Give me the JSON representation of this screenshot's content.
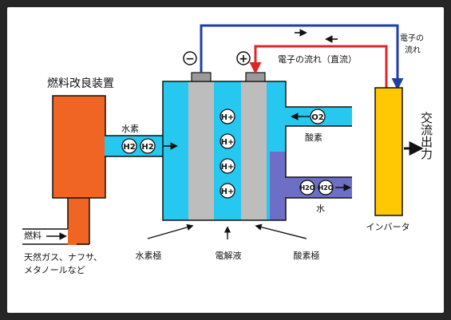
{
  "labels": {
    "reformer": "燃料改良装置",
    "fuel": "燃料",
    "fuel_examples_line1": "天然ガス、ナフサ、",
    "fuel_examples_line2": "メタノールなど",
    "hydrogen": "水素",
    "oxygen": "酸素",
    "water": "水",
    "anode": "水素極",
    "electrolyte": "電解液",
    "cathode": "酸素極",
    "inverter": "インバータ",
    "ac_output": "交流出力",
    "electron_flow_dc": "電子の流れ（直流）",
    "electron_flow_line1": "電子の",
    "electron_flow_line2": "流れ",
    "minus": "−",
    "plus": "+"
  },
  "molecules": {
    "h2": "H2",
    "h_plus": "H+",
    "o2": "O2",
    "h2o": "H2O"
  },
  "colors": {
    "reformer": "#f06424",
    "cell_cyan": "#27c8f0",
    "electrode": "#bdbdbd",
    "water": "#6d6fc6",
    "inverter": "#ffc800",
    "wire_blue": "#1f3fa8",
    "wire_red": "#e0252a"
  }
}
